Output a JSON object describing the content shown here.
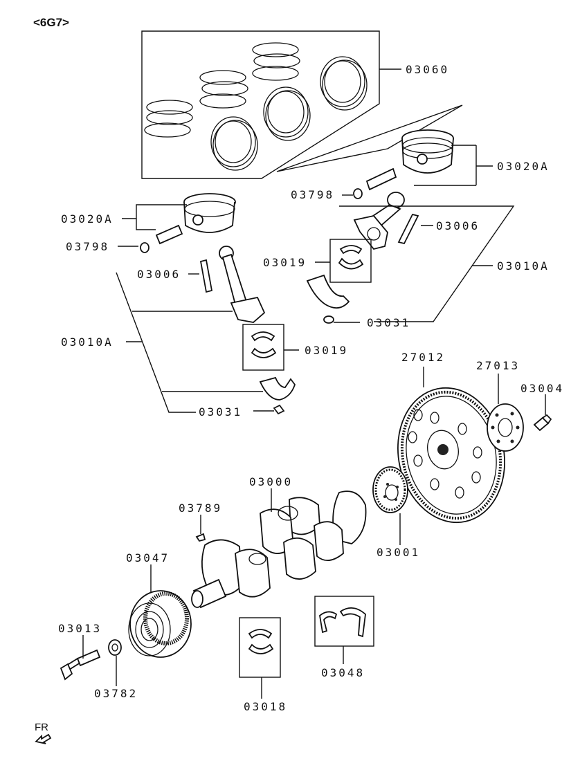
{
  "header": {
    "engine_code": "<6G7>"
  },
  "callouts": {
    "piston_ring_set": "03060",
    "piston_upper": "03020A",
    "piston_lower": "03020A",
    "snap_ring_upper": "03798",
    "snap_ring_lower": "03798",
    "conrod_bolt_upper": "03006",
    "conrod_bolt_lower": "03006",
    "conrod_bearing_upper": "03019",
    "conrod_bearing_lower": "03019",
    "conrod_assy_upper": "03010A",
    "conrod_assy_lower": "03010A",
    "conrod_nut_upper": "03031",
    "conrod_nut_lower": "03031",
    "drive_plate": "27012",
    "adapter_plate": "27013",
    "bolt_drive_plate": "03004",
    "crankshaft": "03000",
    "crank_plate": "03001",
    "woodruff_key": "03789",
    "damper_pulley": "03047",
    "thrust_bearing": "03048",
    "pulley_bolt": "03013",
    "washer": "03782",
    "main_bearing": "03018"
  },
  "orientation": {
    "label": "FR",
    "icon": "arrow-front-icon"
  }
}
